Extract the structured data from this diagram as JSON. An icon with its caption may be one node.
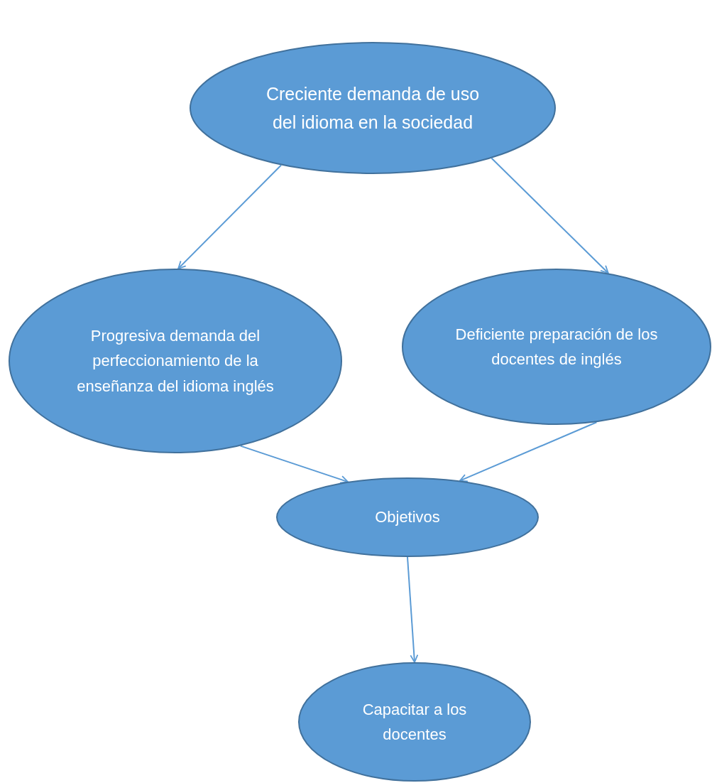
{
  "diagram": {
    "nodes": [
      {
        "text": [
          "Creciente demanda de uso del idioma en la sociedad"
        ]
      },
      {
        "text": [
          "Progresiva demanda del perfeccionamiento de la enseñanza del idioma inglés"
        ]
      },
      {
        "text": [
          "Deficiente preparación de los docentes de inglés"
        ]
      },
      {
        "text": [
          "Objetivos"
        ]
      },
      {
        "text": [
          "Capacitar a los docentes"
        ]
      }
    ],
    "edges": [
      {
        "from": 0,
        "to": 1,
        "arrow": "to"
      },
      {
        "from": 0,
        "to": 2,
        "arrow": "to"
      },
      {
        "from": 1,
        "to": 3,
        "arrow": "to"
      },
      {
        "from": 2,
        "to": 3,
        "arrow": "to"
      },
      {
        "from": 3,
        "to": 4,
        "arrow": "to"
      }
    ]
  }
}
